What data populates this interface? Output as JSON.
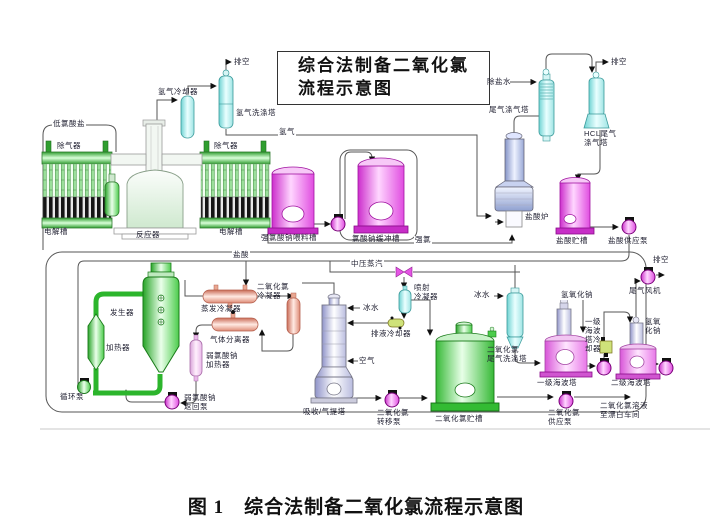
{
  "figure": {
    "title_box": "综合法制备二氧化氯\n流程示意图",
    "caption": "图 1　综合法制备二氧化氯流程示意图"
  },
  "labels": {
    "vent_h2": "排空",
    "h2_cooler": "氢气冷却器",
    "h2_scrubber": "氢气洗涤塔",
    "lean_chlorate": "低氯酸盐",
    "degasser_left": "除气器",
    "degasser_right": "除气器",
    "electrolyzer_left": "电解槽",
    "reactor": "反应器",
    "electrolyzer_right": "电解槽",
    "hydrogen": "氢气",
    "demin_water": "除盐水",
    "tail_gas_scrubber": "尾气涤气塔",
    "vent_hcl": "排空",
    "hcl_tail_gas_scrubber": "HCL尾气\n涤气塔",
    "feed_tank": "强氯酸钠喂料槽",
    "buffer_tank": "氯酸钠缓冲槽",
    "strong_chlorine": "强氯",
    "hcl_furnace": "盐酸炉",
    "hcl_storage_tank": "盐酸贮槽",
    "hcl_supply_pump": "盐酸供应泵",
    "hydrochloric_acid": "盐酸",
    "mp_steam": "中压蒸汽",
    "generator": "发生器",
    "heater": "加热器",
    "evap_condenser": "蒸发冷凝器",
    "clo2_condenser": "二氧化氯\n冷凝器",
    "gas_separator": "气体分离器",
    "weak_chlorate_heater": "弱氯酸钠\n加热器",
    "ice_water_1": "冰水",
    "jet_condenser": "喷射\n冷凝器",
    "drain_cooler": "排液冷却器",
    "air": "空气",
    "ice_water_2": "冰水",
    "clo2_tail_gas_scrubber": "二氧化氯\n尾气洗涤塔",
    "naoh_1": "氢氧化钠",
    "hypo1_cooler": "一级\n海波\n塔冷\n却器",
    "vent_fan": "排空",
    "tail_gas_fan": "尾气风机",
    "naoh_2": "氢氧\n化钠",
    "circulation_pump": "循环泵",
    "weak_chlorate_return_pump": "弱氯酸钠\n返回泵",
    "absorption_tower": "吸收/气提塔",
    "clo2_transfer_pump": "二氧化氯\n转移泵",
    "clo2_storage_tank": "二氧化氯贮槽",
    "hypo_tower_1": "一级海波塔",
    "hypo_tower_2": "二级海波塔",
    "clo2_supply_pump": "二氧化氯\n供应泵",
    "clo2_to_bleaching": "二氧化氯溶液\n至漂白车间"
  },
  "colors": {
    "vessel_green": "#3ab53a",
    "vessel_magenta": "#e04ce0",
    "vessel_cyan": "#9fe4e4",
    "vessel_salmon": "#de8a75",
    "vessel_lavender": "#b9bcdf",
    "furnace_steel": "#99a8d6",
    "pipe": "#555555",
    "label_text": "#222233"
  }
}
